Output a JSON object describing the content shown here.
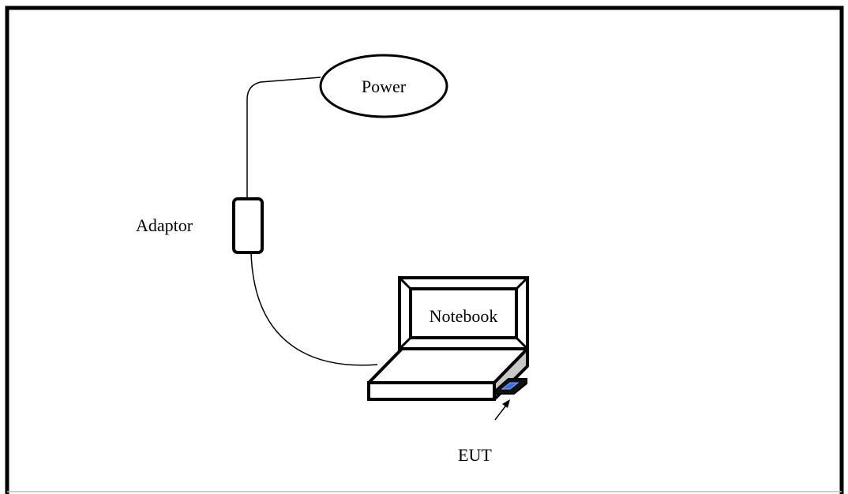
{
  "labels": {
    "power": "Power",
    "adaptor": "Adaptor",
    "notebook": "Notebook",
    "eut": "EUT"
  },
  "colors": {
    "line": "#000000",
    "background": "#ffffff",
    "notebook_side": "#c8c8c8",
    "eut_device": "#3a6fe0"
  }
}
